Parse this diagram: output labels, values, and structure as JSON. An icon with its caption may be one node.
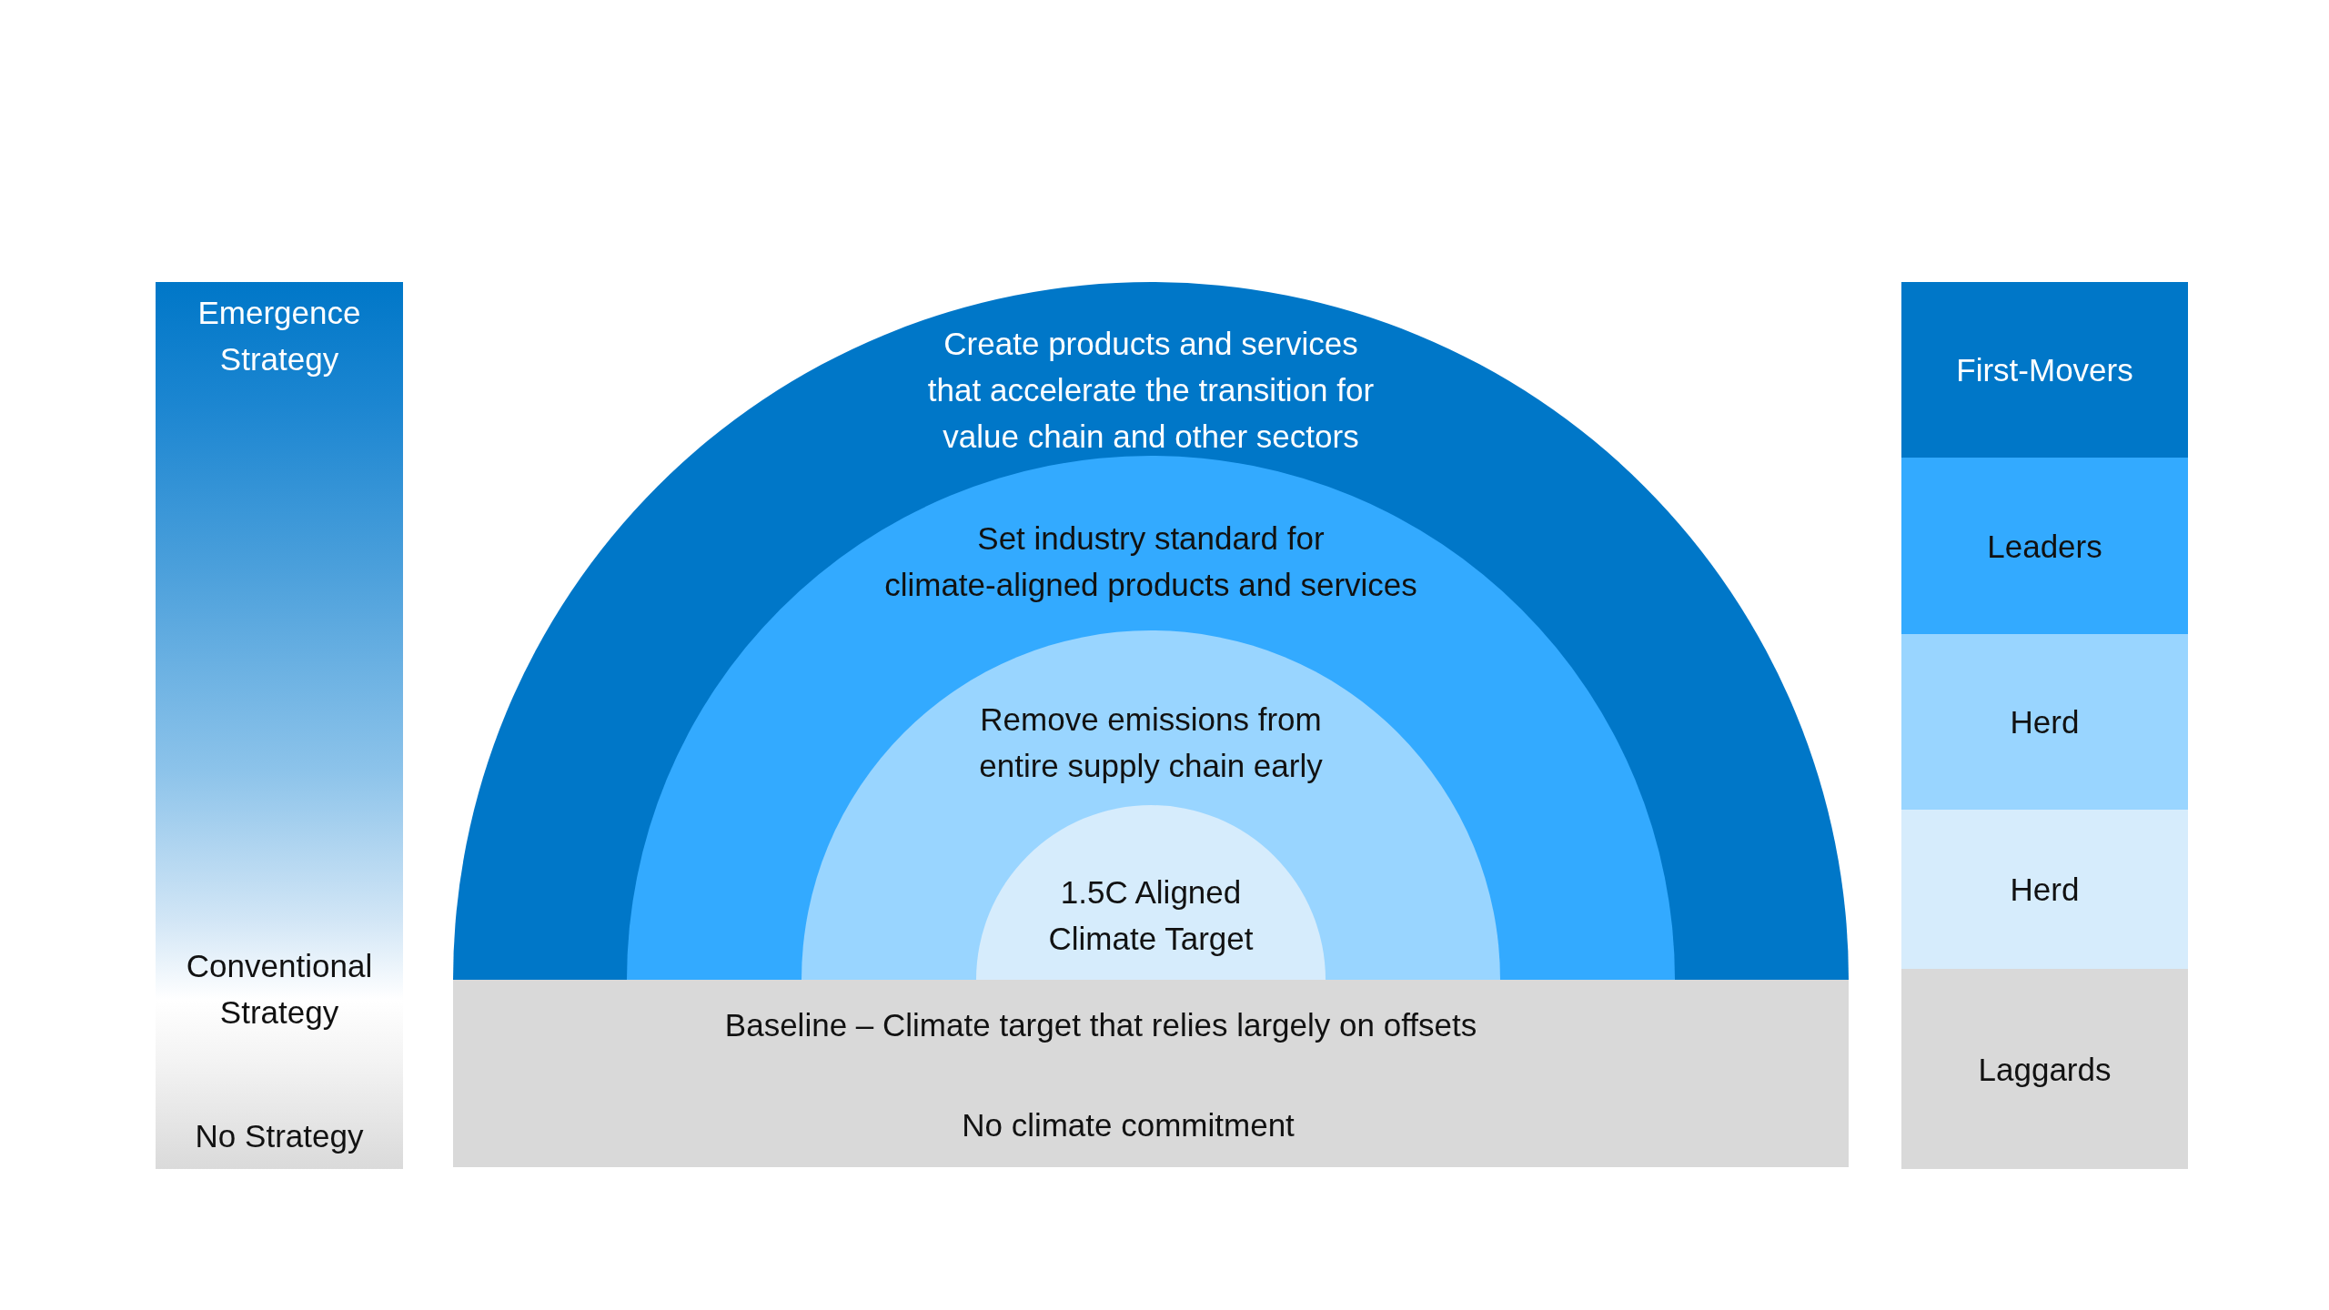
{
  "diagram": {
    "nodes": [
      {
        "text": [
          "Emergence Strategy",
          "Conventional Strategy",
          "No Strategy"
        ]
      },
      {
        "text": [
          "Create products and services that accelerate the transition for value chain and other sectors"
        ]
      },
      {
        "text": [
          "Set industry standard for climate-aligned products and services"
        ],
        "in": 1
      },
      {
        "text": [
          "Remove emissions from entire supply chain early"
        ],
        "in": 2
      },
      {
        "text": [
          "1.5C Aligned Climate Target"
        ],
        "in": 3
      },
      {
        "text": [
          "Baseline – Climate target that relies largely on offsets",
          "No climate commitment"
        ]
      },
      {
        "text": [
          "First-Movers"
        ]
      },
      {
        "text": [
          "Leaders"
        ]
      },
      {
        "text": [
          "Herd"
        ]
      },
      {
        "text": [
          "Herd"
        ]
      },
      {
        "text": [
          "Laggards"
        ]
      }
    ]
  }
}
